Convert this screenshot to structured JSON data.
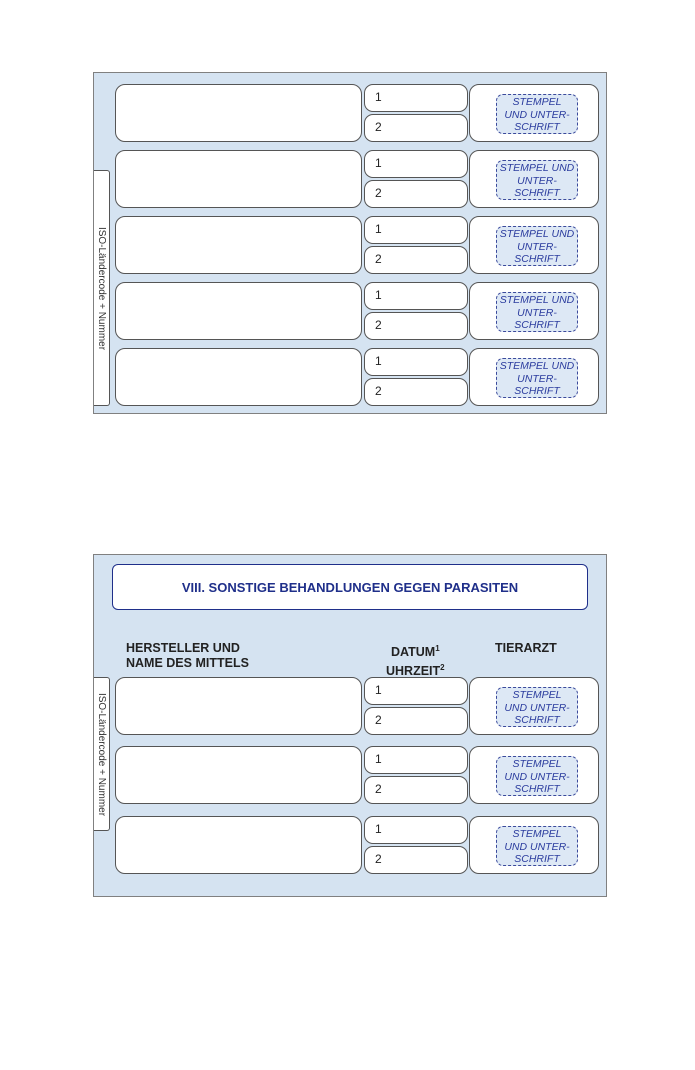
{
  "side_tab_label": "ISO-Ländercode + Nummer",
  "date_slots": [
    "1",
    "2"
  ],
  "top_panel": {
    "rows": [
      {
        "stamp": "STEMPEL\nUND UNTER-\nSCHRIFT"
      },
      {
        "stamp": "STEMPEL UND\nUNTER-\nSCHRIFT"
      },
      {
        "stamp": "STEMPEL UND\nUNTER-\nSCHRIFT"
      },
      {
        "stamp": "STEMPEL UND\nUNTER-\nSCHRIFT"
      },
      {
        "stamp": "STEMPEL UND\nUNTER-\nSCHRIFT"
      }
    ]
  },
  "bottom_panel": {
    "title": "VIII. SONSTIGE BEHANDLUNGEN GEGEN PARASITEN",
    "headers": {
      "manufacturer_line1": "HERSTELLER UND",
      "manufacturer_line2": "NAME DES MITTELS",
      "date_label": "DATUM",
      "date_sup": "1",
      "time_label": "UHRZEIT",
      "time_sup": "2",
      "vet": "TIERARZT"
    },
    "rows": [
      {
        "stamp": "STEMPEL\nUND UNTER-\nSCHRIFT"
      },
      {
        "stamp": "STEMPEL\nUND UNTER-\nSCHRIFT"
      },
      {
        "stamp": "STEMPEL\nUND UNTER-\nSCHRIFT"
      }
    ]
  }
}
